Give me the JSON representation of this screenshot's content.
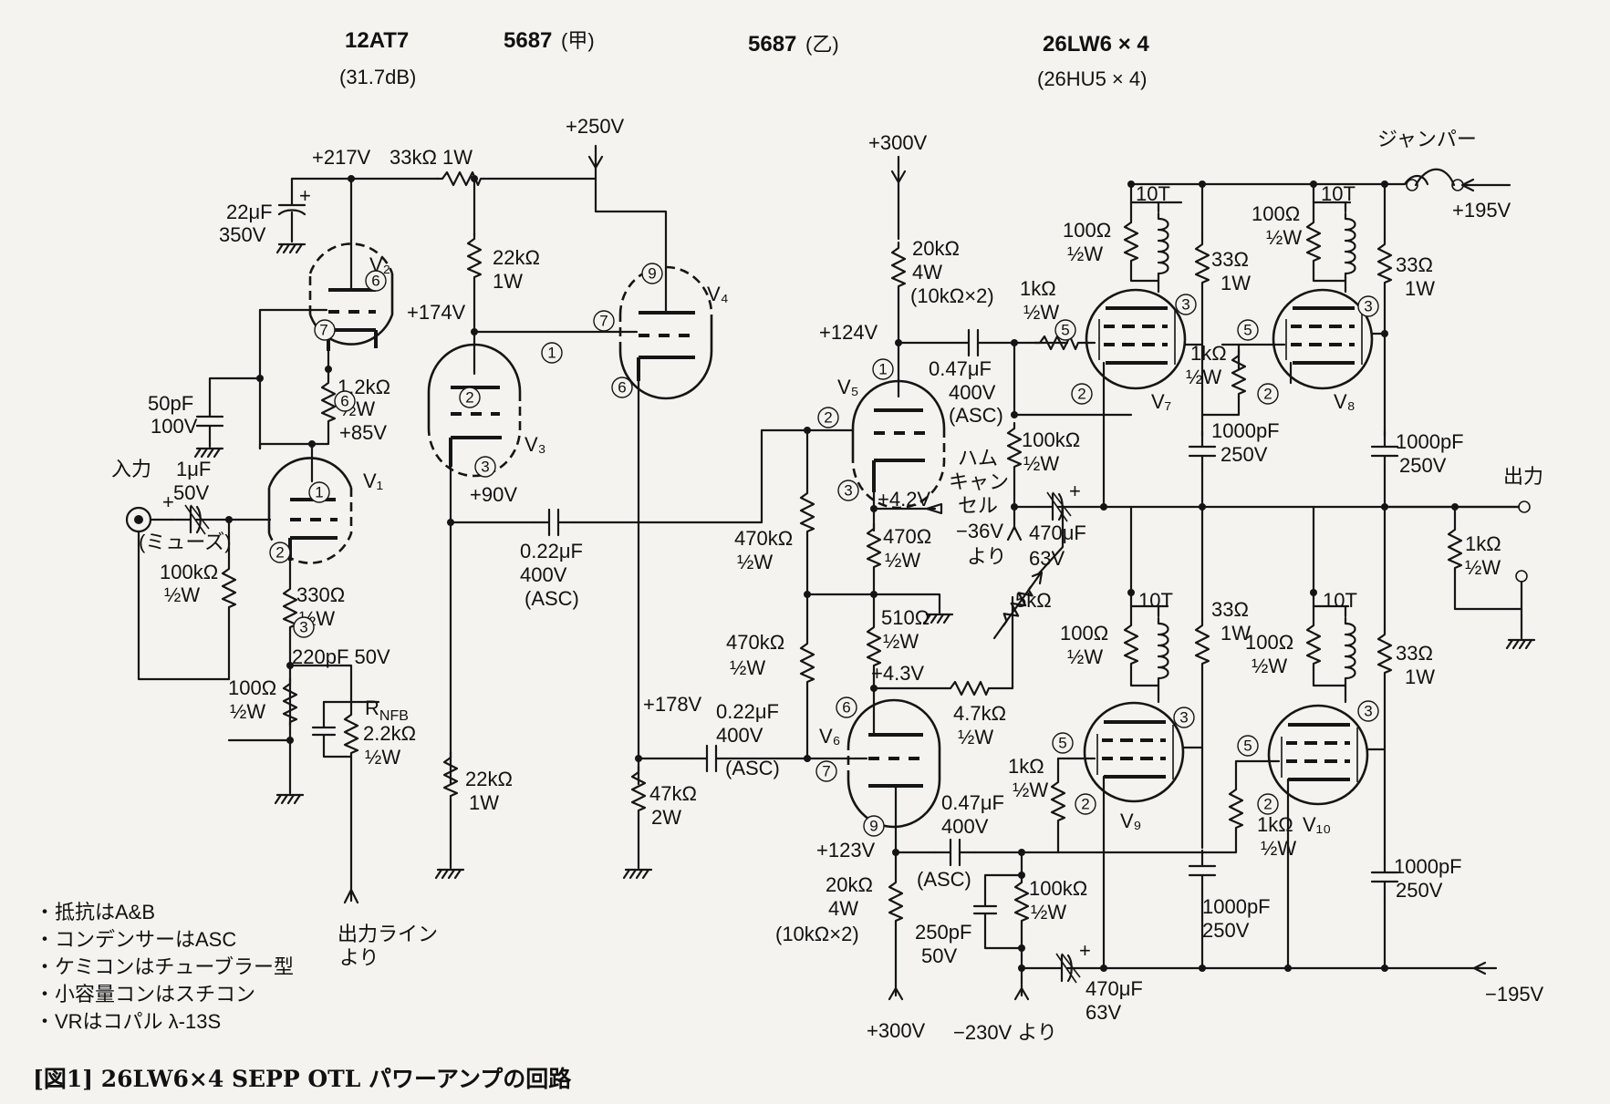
{
  "headers": {
    "v1v2": {
      "tube": "12AT7",
      "gain": "(31.7dB)"
    },
    "v3": {
      "tube": "5687",
      "variant": "(甲)"
    },
    "v5v6": {
      "tube": "5687",
      "variant": "(乙)"
    },
    "output": {
      "tube": "26LW6 × 4",
      "alt": "(26HU5 × 4)"
    }
  },
  "tubes": {
    "v1": "V₁",
    "v2": "V₂",
    "v3": "V₃",
    "v4": "V₄",
    "v5": "V₅",
    "v6": "V₆",
    "v7": "V₇",
    "v8": "V₈",
    "v9": "V₉",
    "v10": "V₁₀"
  },
  "labels": {
    "input": "入力",
    "muse": "(ミューズ)",
    "output": "出力",
    "jumper": "ジャンパー",
    "hum_cancel": [
      "ハム",
      "キャン",
      "セル",
      "より"
    ],
    "from_output_line": [
      "出力ライン",
      "より"
    ],
    "from_neg230": "−230V より"
  },
  "voltages": {
    "b250": "+250V",
    "b217": "+217V",
    "b174": "+174V",
    "b85": "+85V",
    "b90": "+90V",
    "b178": "+178V",
    "b300_top": "+300V",
    "b124": "+124V",
    "b42": "+4.2V",
    "b43": "+4.3V",
    "b123": "+123V",
    "b300_bot": "+300V",
    "b195": "+195V",
    "bn195": "−195V",
    "bn36": "−36V"
  },
  "components": {
    "r_33k": "33kΩ 1W",
    "c_22u": [
      "22μF",
      "350V"
    ],
    "r_22k_top": [
      "22kΩ",
      "1W"
    ],
    "c_50p": [
      "50pF",
      "100V"
    ],
    "r_1k2": [
      "1.2kΩ",
      "½W"
    ],
    "c_1u": [
      "1μF",
      "50V"
    ],
    "r_100k_in": [
      "100kΩ",
      "½W"
    ],
    "r_330": [
      "330Ω",
      "½W"
    ],
    "c_220p": "220pF 50V",
    "r_100_v1": [
      "100Ω",
      "½W"
    ],
    "r_nfb": [
      "R",
      "NFB",
      "2.2kΩ",
      "½W"
    ],
    "r_22k_bot": [
      "22kΩ",
      "1W"
    ],
    "c_022_a": [
      "0.22μF",
      "400V",
      "(ASC)"
    ],
    "r_47k": [
      "47kΩ",
      "2W"
    ],
    "r_20k_top": [
      "20kΩ",
      "4W",
      "(10kΩ×2)"
    ],
    "c_047_top": [
      "0.47μF",
      "400V",
      "(ASC)"
    ],
    "r_100k_mid": [
      "100kΩ",
      "½W"
    ],
    "c_470u_top": [
      "470μF",
      "63V"
    ],
    "r_470k_top": [
      "470kΩ",
      "½W"
    ],
    "r_470": [
      "470Ω",
      "½W"
    ],
    "r_510": [
      "510Ω",
      "½W"
    ],
    "r_470k_bot": [
      "470kΩ",
      "½W"
    ],
    "c_022_b": [
      "0.22μF",
      "400V",
      "(ASC)"
    ],
    "r_5k": "5kΩ",
    "r_4k7": [
      "4.7kΩ",
      "½W"
    ],
    "c_047_bot": [
      "0.47μF",
      "400V",
      "(ASC)"
    ],
    "r_20k_bot": [
      "20kΩ",
      "4W",
      "(10kΩ×2)"
    ],
    "c_250p": [
      "250pF",
      "50V"
    ],
    "r_100k_bot": [
      "100kΩ",
      "½W"
    ],
    "c_470u_bot": [
      "470μF",
      "63V"
    ],
    "l_10t": "10T",
    "r_100": [
      "100Ω",
      "½W"
    ],
    "r_33": [
      "33Ω",
      "1W"
    ],
    "r_1k": [
      "1kΩ",
      "½W"
    ],
    "c_1000p": [
      "1000pF",
      "250V"
    ],
    "r_1k_out": [
      "1kΩ",
      "½W"
    ]
  },
  "pins": {
    "p1": "1",
    "p2": "2",
    "p3": "3",
    "p5": "5",
    "p6": "6",
    "p7": "7",
    "p9": "9"
  },
  "notes": [
    "・抵抗はA&B",
    "・コンデンサーはASC",
    "・ケミコンはチューブラー型",
    "・小容量コンはスチコン",
    "・VRはコパル λ-13S"
  ],
  "caption": "[図1]  26LW6×4 SEPP OTL パワーアンプの回路"
}
